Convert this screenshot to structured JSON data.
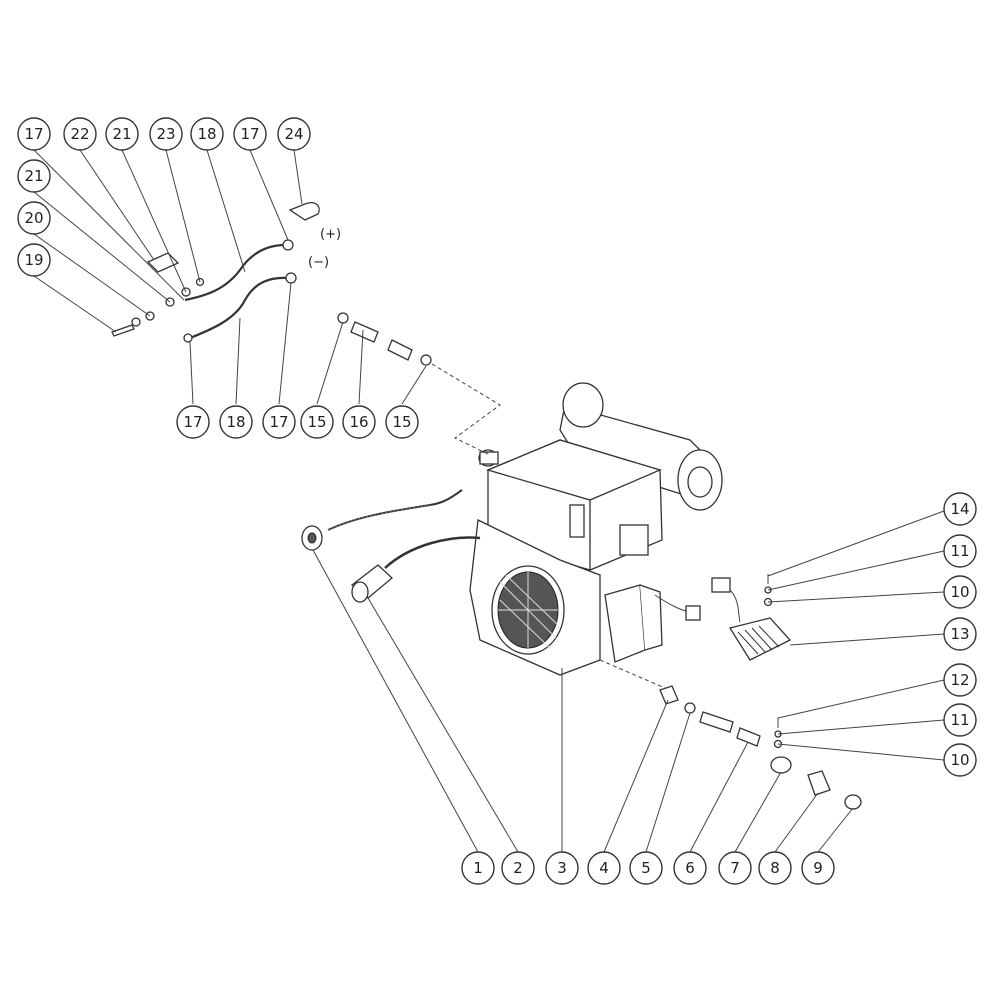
{
  "callouts": [
    {
      "id": "c1",
      "label": "1"
    },
    {
      "id": "c2",
      "label": "2"
    },
    {
      "id": "c3",
      "label": "3"
    },
    {
      "id": "c4",
      "label": "4"
    },
    {
      "id": "c5",
      "label": "5"
    },
    {
      "id": "c6",
      "label": "6"
    },
    {
      "id": "c7",
      "label": "7"
    },
    {
      "id": "c8",
      "label": "8"
    },
    {
      "id": "c9",
      "label": "9"
    },
    {
      "id": "c10a",
      "label": "10"
    },
    {
      "id": "c10b",
      "label": "10"
    },
    {
      "id": "c11a",
      "label": "11"
    },
    {
      "id": "c11b",
      "label": "11"
    },
    {
      "id": "c12",
      "label": "12"
    },
    {
      "id": "c13",
      "label": "13"
    },
    {
      "id": "c14",
      "label": "14"
    },
    {
      "id": "c15a",
      "label": "15"
    },
    {
      "id": "c15b",
      "label": "15"
    },
    {
      "id": "c16",
      "label": "16"
    },
    {
      "id": "c17a",
      "label": "17"
    },
    {
      "id": "c17b",
      "label": "17"
    },
    {
      "id": "c17c",
      "label": "17"
    },
    {
      "id": "c17d",
      "label": "17"
    },
    {
      "id": "c18a",
      "label": "18"
    },
    {
      "id": "c18b",
      "label": "18"
    },
    {
      "id": "c19",
      "label": "19"
    },
    {
      "id": "c20",
      "label": "20"
    },
    {
      "id": "c21a",
      "label": "21"
    },
    {
      "id": "c21b",
      "label": "21"
    },
    {
      "id": "c22",
      "label": "22"
    },
    {
      "id": "c23",
      "label": "23"
    },
    {
      "id": "c24",
      "label": "24"
    }
  ],
  "polarity": {
    "positive": "(+)",
    "negative": "(−)"
  }
}
